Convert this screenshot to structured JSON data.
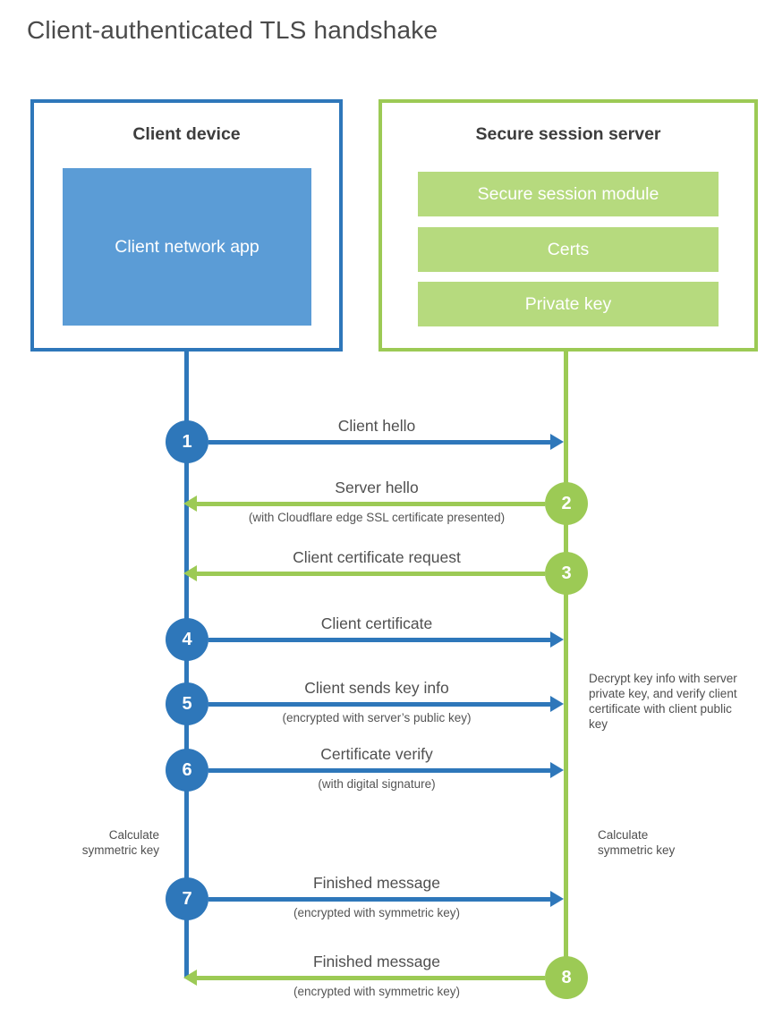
{
  "title": "Client-authenticated TLS handshake",
  "client": {
    "title": "Client device",
    "app": "Client network app"
  },
  "server": {
    "title": "Secure session server",
    "modules": [
      "Secure session module",
      "Certs",
      "Private key"
    ]
  },
  "steps": [
    {
      "num": "1",
      "label": "Client hello",
      "sub": "",
      "direction": "right",
      "from": "client",
      "to": "server"
    },
    {
      "num": "2",
      "label": "Server hello",
      "sub": "(with Cloudflare edge SSL certificate presented)",
      "direction": "left",
      "from": "server",
      "to": "client"
    },
    {
      "num": "3",
      "label": "Client certificate request",
      "sub": "",
      "direction": "left",
      "from": "server",
      "to": "client"
    },
    {
      "num": "4",
      "label": "Client certificate",
      "sub": "",
      "direction": "right",
      "from": "client",
      "to": "server"
    },
    {
      "num": "5",
      "label": "Client sends key info",
      "sub": "(encrypted with server’s public key)",
      "direction": "right",
      "from": "client",
      "to": "server"
    },
    {
      "num": "6",
      "label": "Certificate verify",
      "sub": "(with digital signature)",
      "direction": "right",
      "from": "client",
      "to": "server"
    },
    {
      "num": "7",
      "label": "Finished message",
      "sub": "(encrypted with symmetric key)",
      "direction": "right",
      "from": "client",
      "to": "server"
    },
    {
      "num": "8",
      "label": "Finished message",
      "sub": "(encrypted with symmetric key)",
      "direction": "left",
      "from": "server",
      "to": "client"
    }
  ],
  "notes": {
    "decrypt": "Decrypt key info with server private key, and verify client certificate with client public key",
    "calculate_left": "Calculate symmetric key",
    "calculate_right": "Calculate symmetric key"
  },
  "colors": {
    "client_accent": "#2e77ba",
    "client_fill": "#5b9cd6",
    "server_accent": "#9cca55",
    "server_fill": "#b6da7e",
    "text_dark": "#4a4a4a"
  }
}
